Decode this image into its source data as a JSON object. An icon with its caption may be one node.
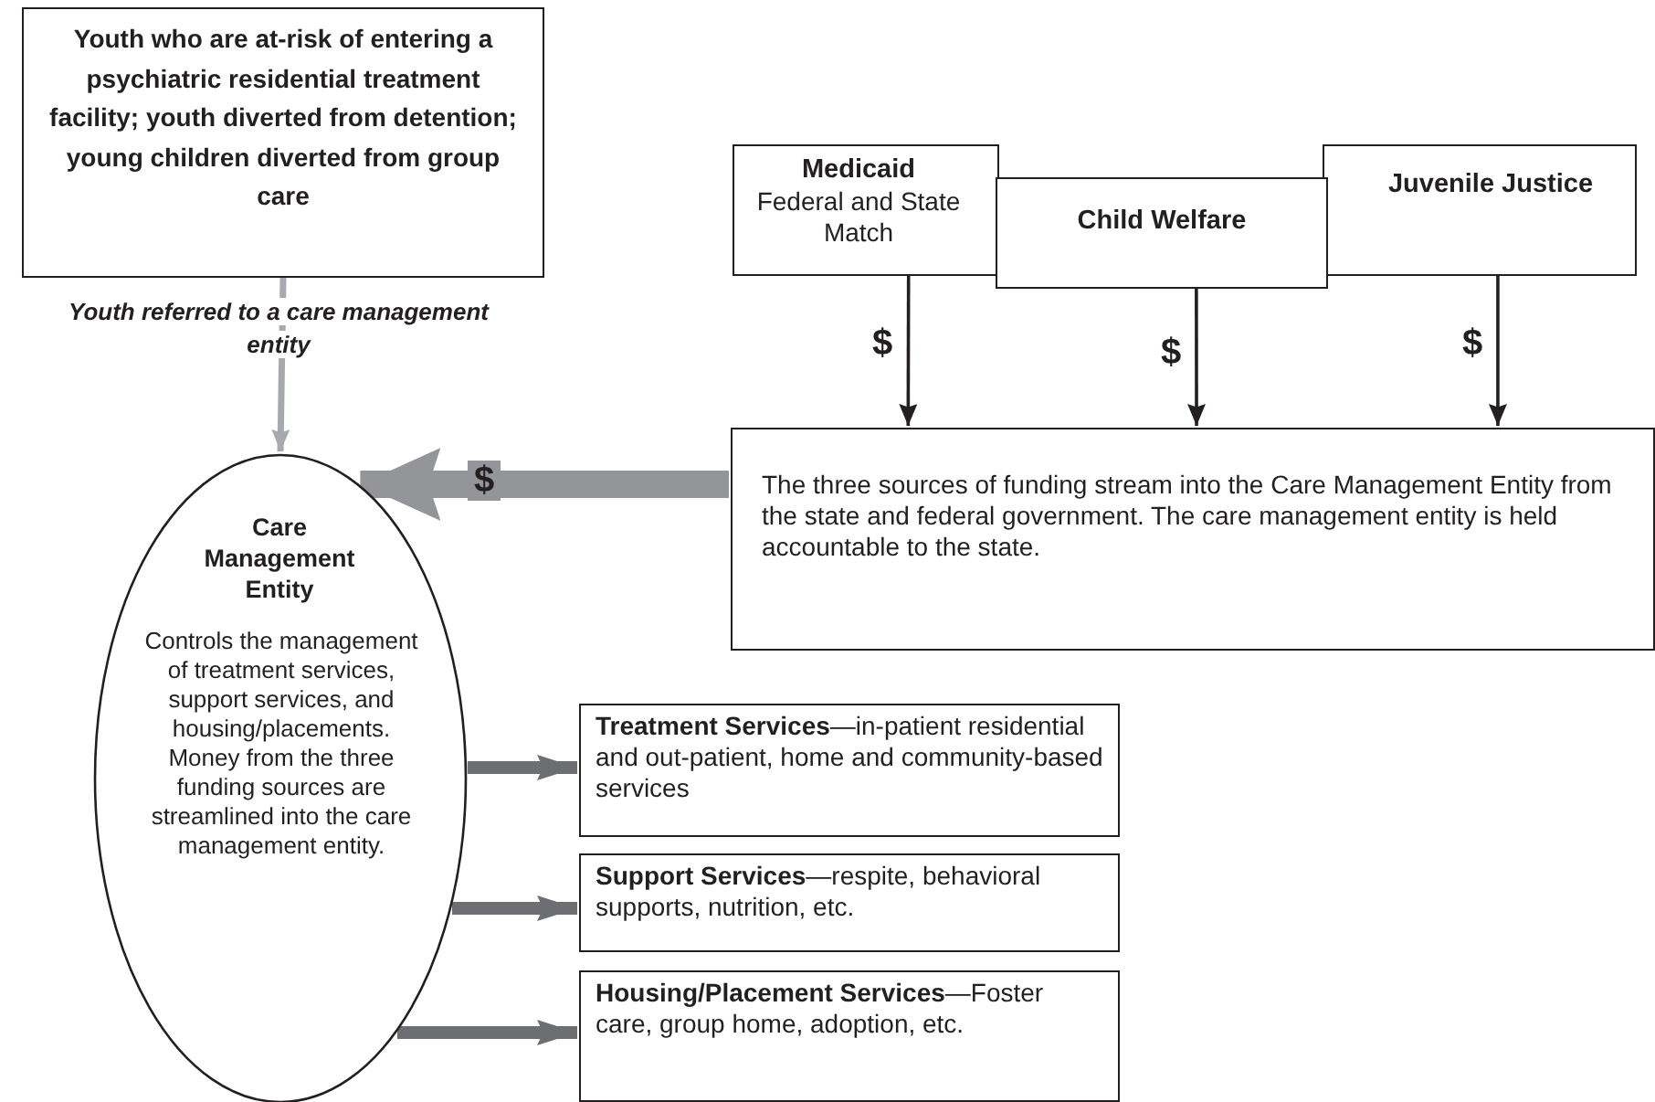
{
  "diagram": {
    "nodes": [
      {
        "text": [
          "Youth who are at-risk of entering a psychiatric residential treatment facility; youth diverted from detention; young children diverted from group care"
        ]
      },
      {
        "text": [
          "Care Management Entity",
          "Controls the management of treatment services, support services, and housing/placements. Money from the three funding sources are streamlined into the care management entity."
        ]
      },
      {
        "text": [
          "Medicaid",
          "Federal and State Match"
        ]
      },
      {
        "text": [
          "Child Welfare"
        ]
      },
      {
        "text": [
          "Juvenile Justice"
        ]
      },
      {
        "text": [
          "The three sources of funding stream into the Care Management Entity from the state and federal government. The care management entity is held accountable to the state."
        ]
      },
      {
        "text": [
          "**Treatment Services**—in-patient residential and out-patient, home and community-based services"
        ]
      },
      {
        "text": [
          "**Support Services**—respite, behavioral supports, nutrition, etc."
        ]
      },
      {
        "text": [
          "**Housing/Placement Services**—Foster care, group home, adoption, etc."
        ]
      }
    ],
    "edges": [
      {
        "from": 0,
        "to": 1,
        "arrow": "to",
        "label": "Youth referred to a care management entity",
        "color": "#a7a9ac"
      },
      {
        "from": 2,
        "to": 5,
        "arrow": "to",
        "label": "$"
      },
      {
        "from": 3,
        "to": 5,
        "arrow": "to",
        "label": "$"
      },
      {
        "from": 4,
        "to": 5,
        "arrow": "to",
        "label": "$"
      },
      {
        "from": 5,
        "to": 1,
        "arrow": "to",
        "label": "$",
        "style": "thick",
        "color": "#939598"
      },
      {
        "from": 1,
        "to": 6,
        "arrow": "to",
        "style": "thick",
        "color": "#6d6e71"
      },
      {
        "from": 1,
        "to": 7,
        "arrow": "to",
        "style": "thick",
        "color": "#6d6e71"
      },
      {
        "from": 1,
        "to": 8,
        "arrow": "to",
        "style": "thick",
        "color": "#6d6e71"
      }
    ]
  }
}
